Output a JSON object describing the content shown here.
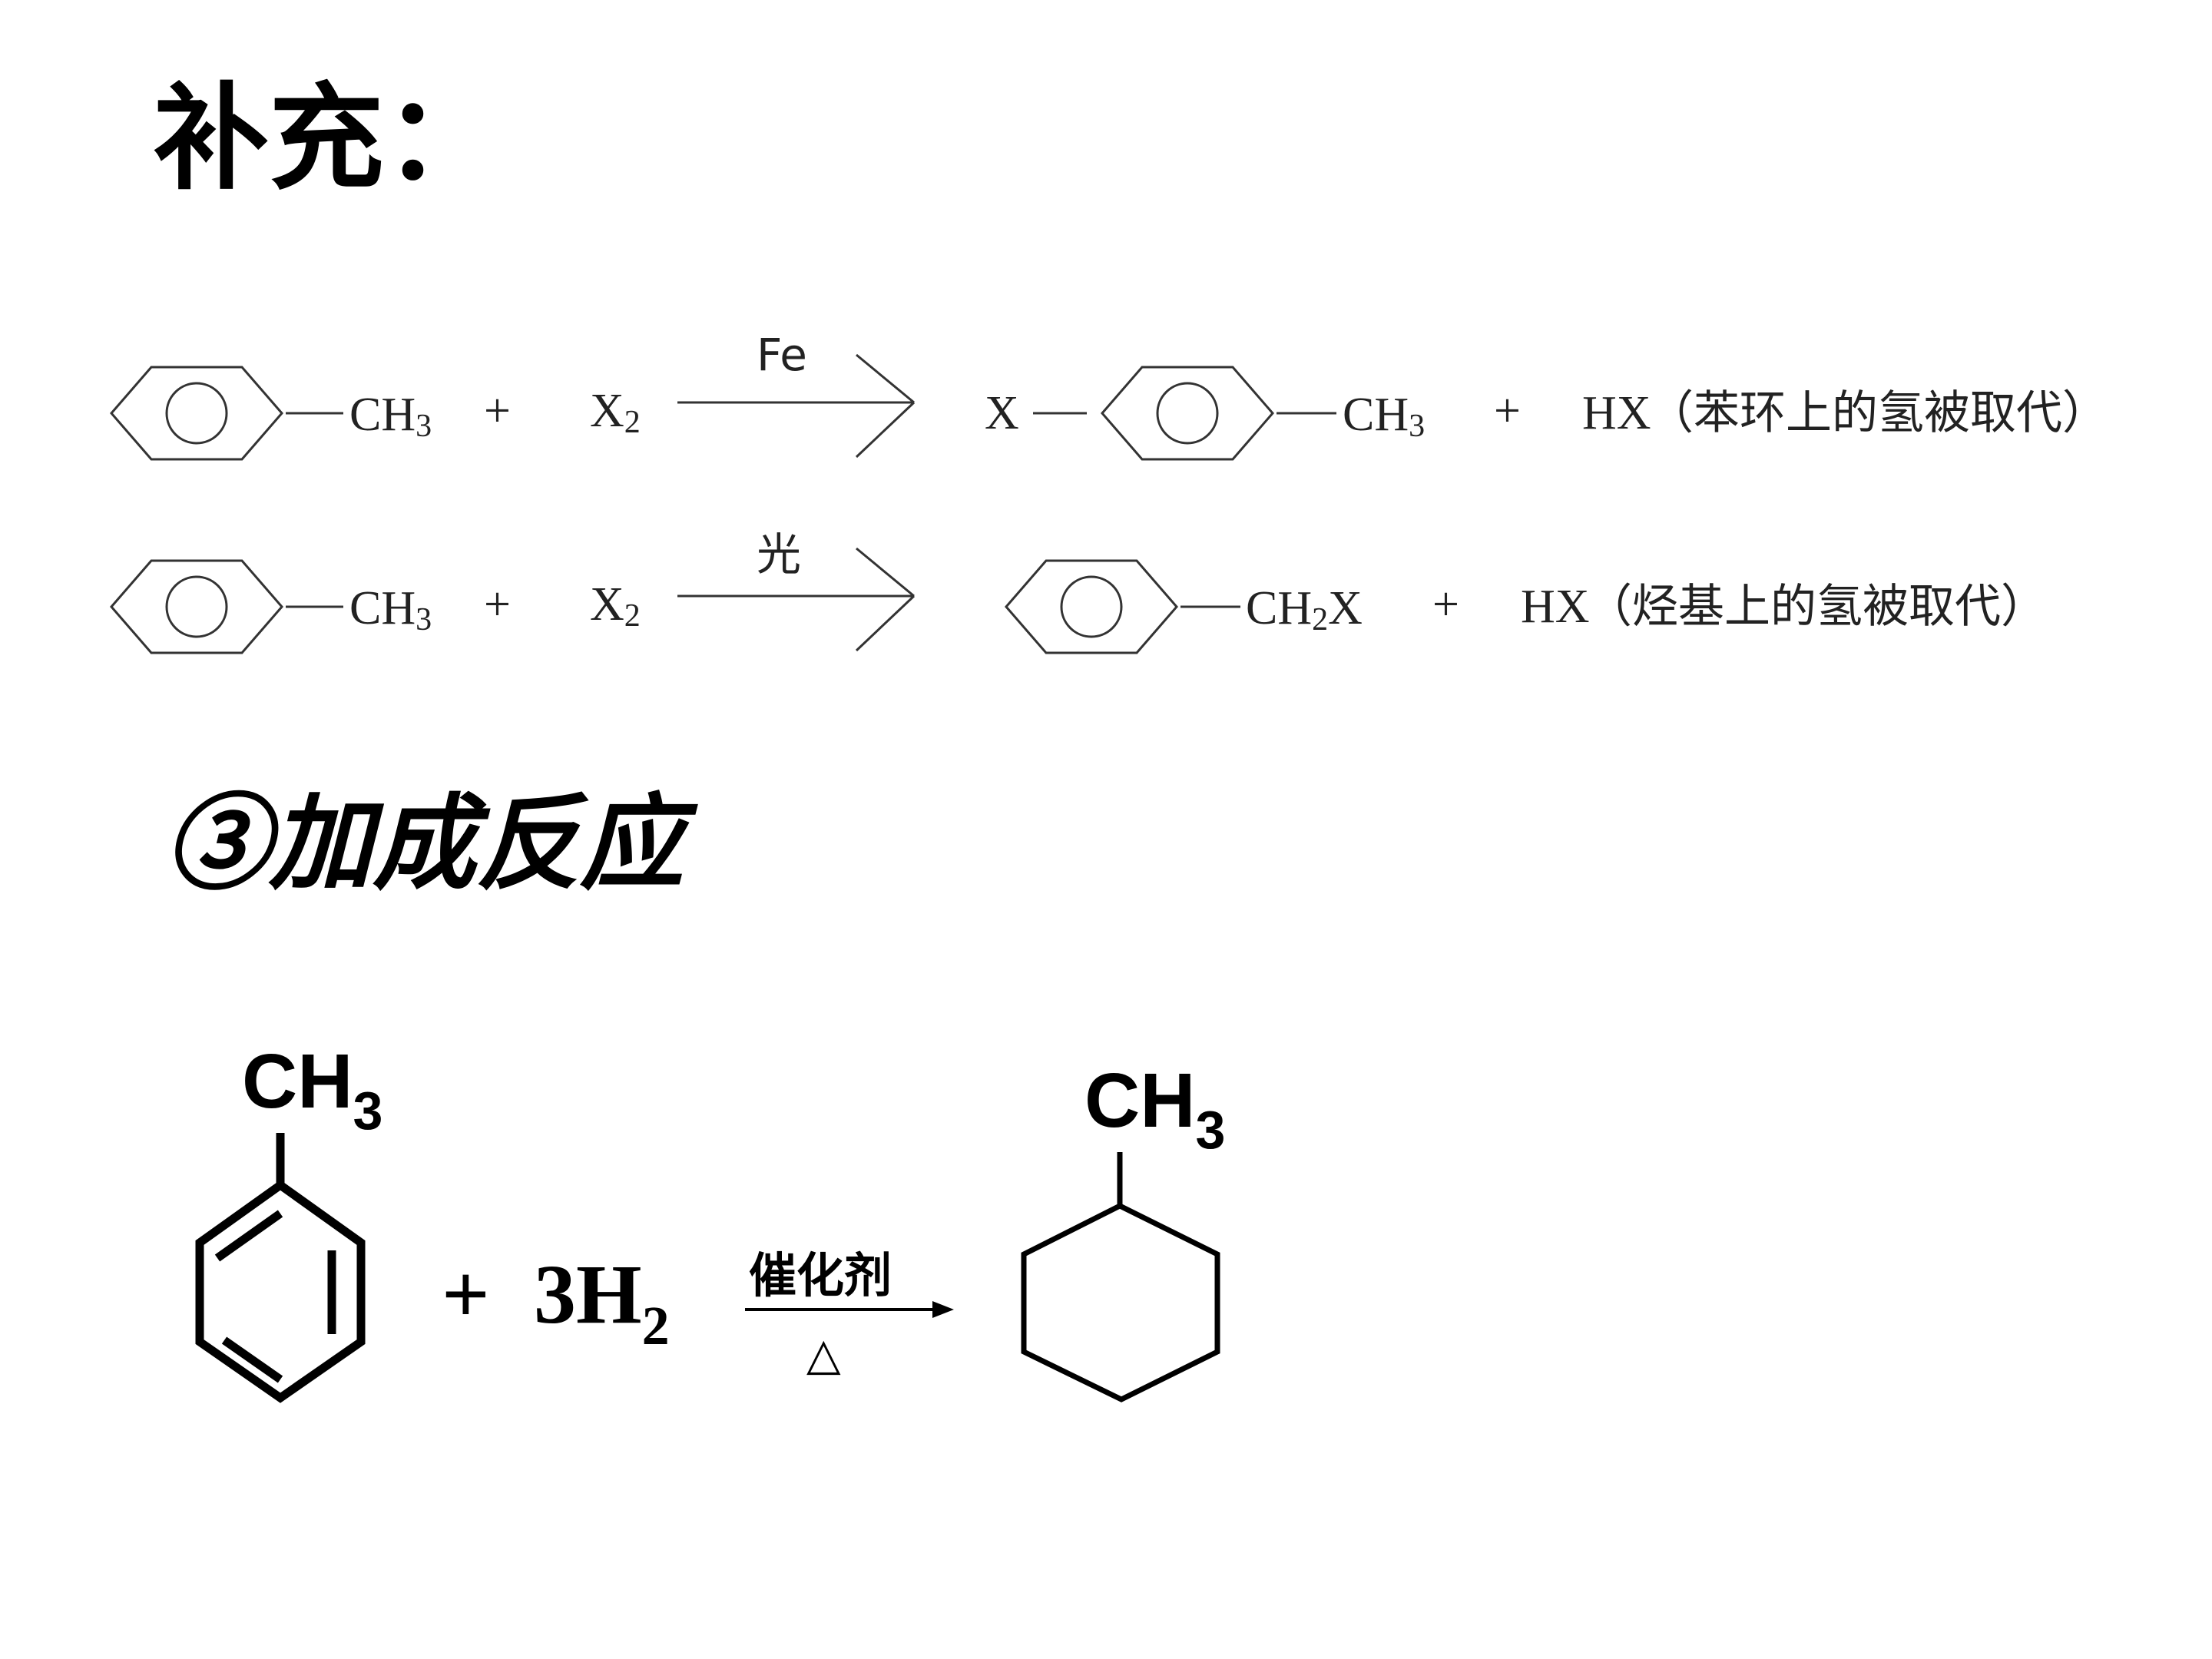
{
  "slide": {
    "title": "补充：",
    "section_title": "③加成反应"
  },
  "reaction_1": {
    "reactant_group": "CH",
    "reactant_group_sub": "3",
    "plus": "+",
    "reagent": "X",
    "reagent_sub": "2",
    "condition": "Fe",
    "product_prefix": "X",
    "product_group": "CH",
    "product_group_sub": "3",
    "byproduct": "HX",
    "note": "（苯环上的氢被取代）"
  },
  "reaction_2": {
    "reactant_group": "CH",
    "reactant_group_sub": "3",
    "plus": "+",
    "reagent": "X",
    "reagent_sub": "2",
    "condition": "光",
    "product_group": "CH",
    "product_group_sub": "2",
    "product_group_suffix": "X",
    "byproduct": "HX",
    "note": "（烃基上的氢被取代）"
  },
  "reaction_3": {
    "reactant_group": "CH",
    "reactant_group_sub": "3",
    "plus": "+",
    "reagent": "3H",
    "reagent_sub": "2",
    "catalyst": "催化剂",
    "heat": "△",
    "product_group": "CH",
    "product_group_sub": "3"
  }
}
